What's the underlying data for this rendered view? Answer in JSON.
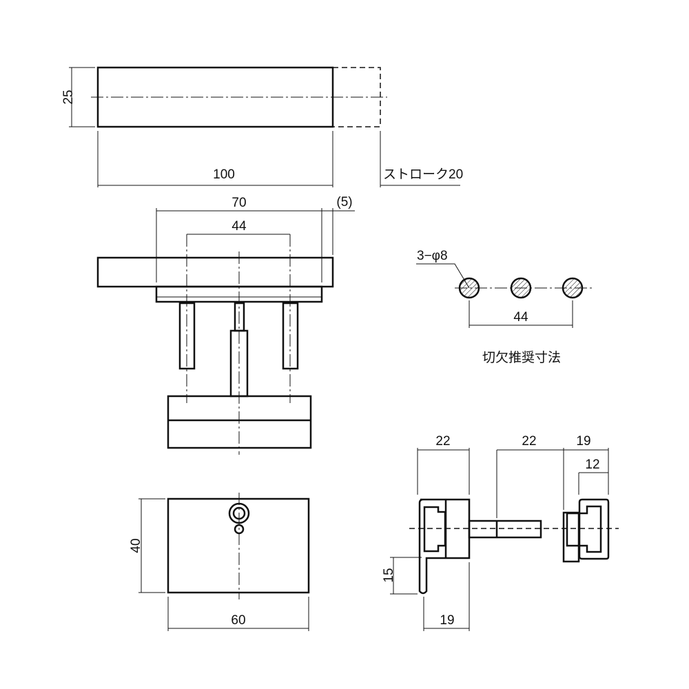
{
  "top_view": {
    "dim_height": "25",
    "dim_width": "100",
    "stroke_label": "ストローク20"
  },
  "front_view": {
    "dim_outer": "70",
    "dim_offset": "(5)",
    "dim_pitch": "44"
  },
  "cutout": {
    "hole_label": "3−φ8",
    "dim_pitch": "44",
    "caption": "切欠推奨寸法"
  },
  "bottom_view": {
    "dim_height": "40",
    "dim_width": "60"
  },
  "side_view": {
    "dim_left": "22",
    "dim_mid": "22",
    "dim_right": "19",
    "dim_inner": "12",
    "dim_lip": "15",
    "dim_bottom": "19"
  },
  "colors": {
    "line": "#111111",
    "background": "#ffffff"
  }
}
